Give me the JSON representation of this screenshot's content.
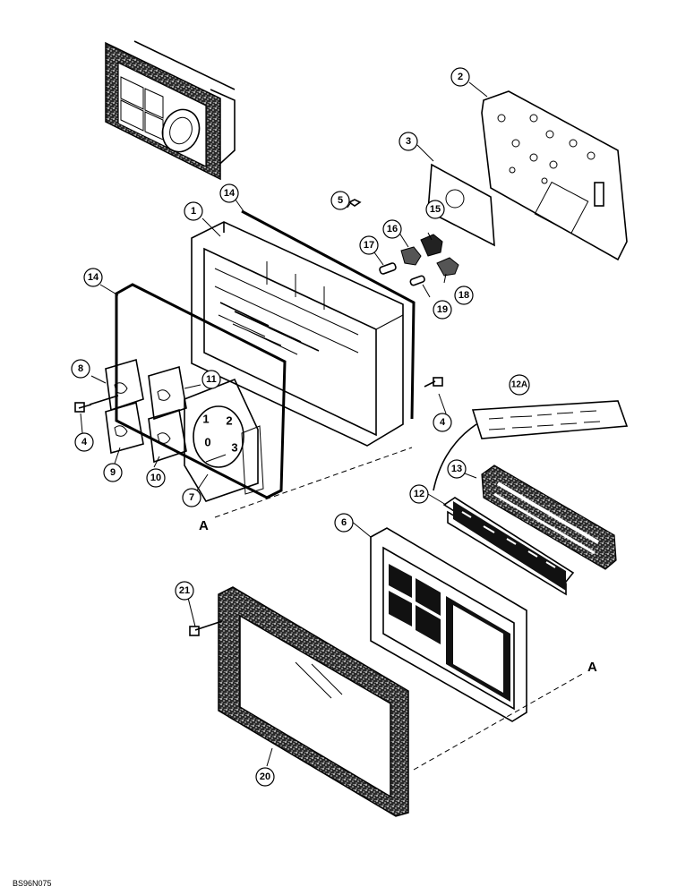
{
  "diagram": {
    "callouts": [
      "1",
      "2",
      "3",
      "4",
      "4",
      "4",
      "5",
      "6",
      "7",
      "8",
      "9",
      "10",
      "11",
      "12",
      "12A",
      "13",
      "14",
      "14",
      "15",
      "16",
      "17",
      "18",
      "19",
      "20",
      "21"
    ],
    "section_labels": [
      "A",
      "A"
    ],
    "gauge_digits": [
      "0",
      "1",
      "2",
      "3"
    ],
    "image_code": "BS96N075"
  }
}
